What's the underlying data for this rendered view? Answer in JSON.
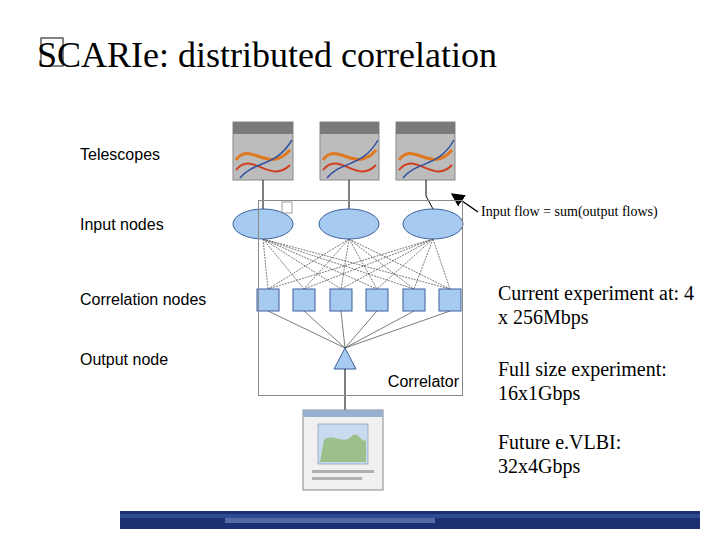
{
  "diagram": {
    "title": "SCARIe: distributed correlation",
    "nodes": [
      {
        "text": [
          "Correlator"
        ]
      }
    ],
    "labels": [
      "Telescopes",
      "Input nodes",
      "Correlation nodes",
      "Output node",
      "Input flow = sum(output flows)",
      "Current experiment at: 4 x 256Mbps",
      "Full size experiment: 16x1Gbps",
      "Future e.VLBI: 32x4Gbps"
    ]
  }
}
